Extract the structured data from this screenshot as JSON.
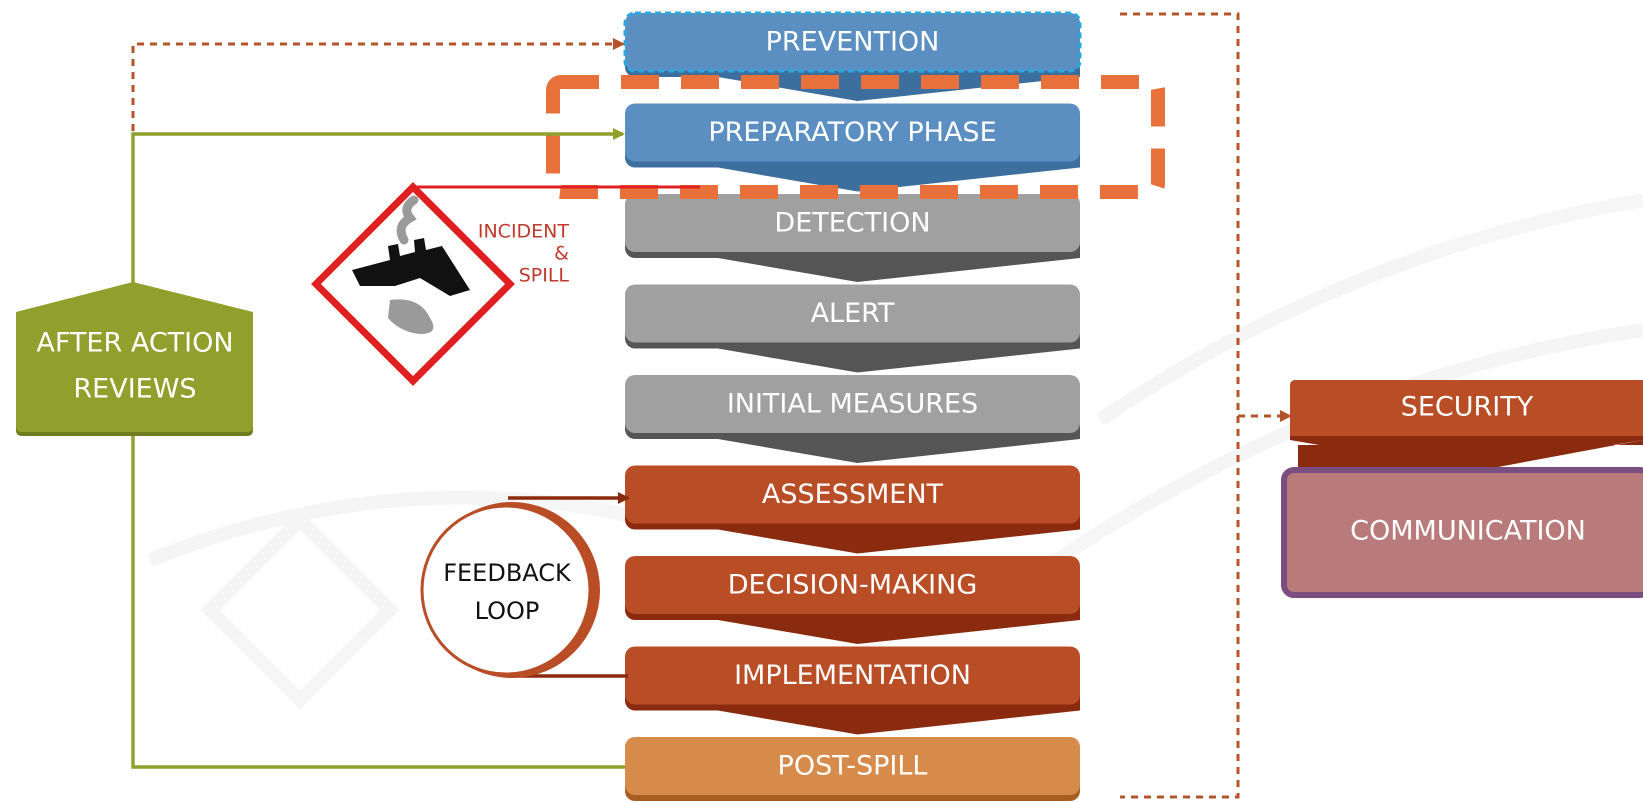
{
  "phases": [
    {
      "label": "PREVENTION",
      "color": "#5b8fc2",
      "shade": "#3d6f9e"
    },
    {
      "label": "PREPARATORY PHASE",
      "color": "#5b8fc2",
      "shade": "#3d6f9e"
    },
    {
      "label": "DETECTION",
      "color": "#a0a0a0",
      "shade": "#555555"
    },
    {
      "label": "ALERT",
      "color": "#a0a0a0",
      "shade": "#555555"
    },
    {
      "label": "INITIAL MEASURES",
      "color": "#a0a0a0",
      "shade": "#555555"
    },
    {
      "label": "ASSESSMENT",
      "color": "#b94d26",
      "shade": "#8a2a0e"
    },
    {
      "label": "DECISION-MAKING",
      "color": "#b94d26",
      "shade": "#8a2a0e"
    },
    {
      "label": "IMPLEMENTATION",
      "color": "#b94d26",
      "shade": "#8a2a0e"
    },
    {
      "label": "POST-SPILL",
      "color": "#d68b4a",
      "shade": "#a85e22"
    }
  ],
  "incident": {
    "line1": "INCIDENT",
    "line2": "&",
    "line3": "SPILL"
  },
  "feedback": {
    "line1": "FEEDBACK",
    "line2": "LOOP"
  },
  "after_action": {
    "line1": "AFTER ACTION",
    "line2": "REVIEWS",
    "color": "#8fa02d"
  },
  "security": {
    "label": "SECURITY",
    "color": "#b94d26"
  },
  "communication": {
    "label": "COMMUNICATION",
    "color": "#b87a7a",
    "border": "#7a4f80"
  },
  "colors": {
    "dotted_arrow": "#b5532a",
    "green_arrow": "#8fa02d",
    "highlight_box": "#e8703a",
    "incident_red": "#e02020"
  }
}
